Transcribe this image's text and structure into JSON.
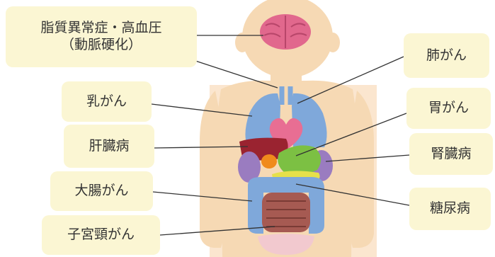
{
  "labels": {
    "dyslipidemia_line1": "脂質異常症・高血圧",
    "dyslipidemia_line2": "（動脈硬化）",
    "lung_cancer": "肺がん",
    "breast_cancer": "乳がん",
    "stomach_cancer": "胃がん",
    "liver_disease": "肝臓病",
    "kidney_disease": "腎臓病",
    "colon_cancer": "大腸がん",
    "diabetes": "糖尿病",
    "cervical_cancer": "子宮頸がん"
  },
  "colors": {
    "label_bg": "#fbf6d3",
    "skin": "#f6d9b4",
    "shirt_bg": "#fbe6cf",
    "brain": "#e1688d",
    "lung": "#7fa8da",
    "heart": "#e86e93",
    "liver": "#9a2330",
    "stomach": "#7cc043",
    "kidney": "#9a7cc0",
    "pancreas": "#e6e04a",
    "gallbladder": "#f08a1c",
    "small_intestine": "#a65a52",
    "colon": "#7fa8da",
    "leader_line": "#333333"
  }
}
